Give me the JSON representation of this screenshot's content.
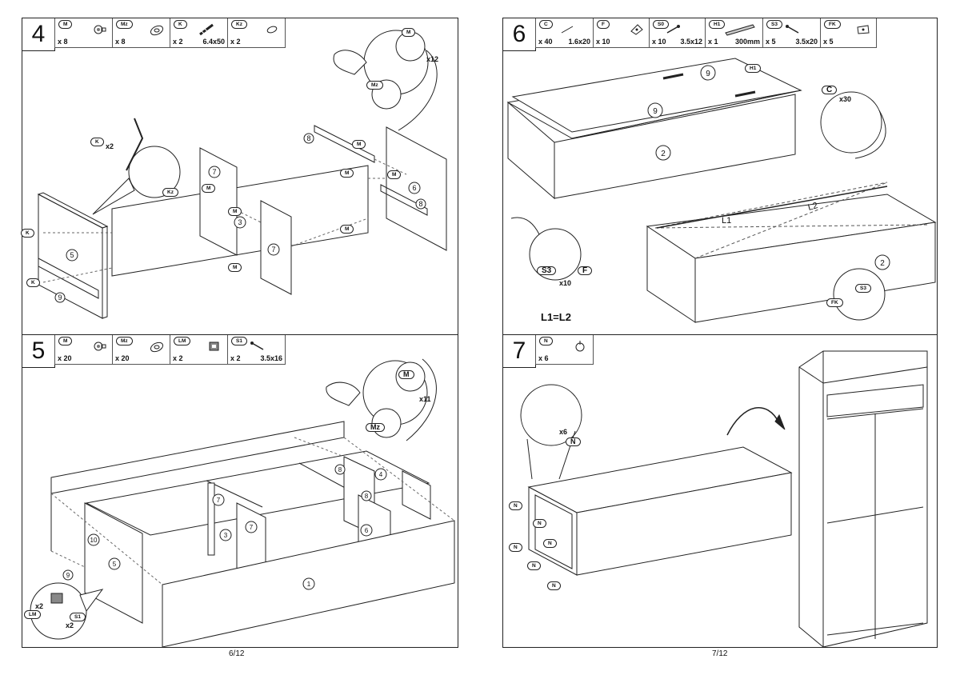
{
  "left_page_number": "6/12",
  "right_page_number": "7/12",
  "step4": {
    "number": "4",
    "parts": [
      {
        "code": "M",
        "qty": "x 8",
        "size": "",
        "icon": "cam-lock-icon"
      },
      {
        "code": "Mz",
        "qty": "x 8",
        "size": "",
        "icon": "cam-cover-icon"
      },
      {
        "code": "K",
        "qty": "x 2",
        "size": "6.4x50",
        "icon": "confirmat-screw-icon"
      },
      {
        "code": "Kz",
        "qty": "x 2",
        "size": "",
        "icon": "screw-cap-icon"
      }
    ],
    "callouts": {
      "k_count": "x2",
      "k_tag": "K",
      "kz_tag": "Kz",
      "m_tag": "M",
      "mz_tag": "Mz",
      "m_count": "x12"
    },
    "labels": [
      "K",
      "K",
      "M",
      "M",
      "M",
      "M",
      "M",
      "M",
      "M"
    ],
    "board_ids": [
      "5",
      "9",
      "7",
      "3",
      "7",
      "6",
      "8",
      "8"
    ]
  },
  "step5": {
    "number": "5",
    "parts": [
      {
        "code": "M",
        "qty": "x 20",
        "size": "",
        "icon": "cam-lock-icon"
      },
      {
        "code": "Mz",
        "qty": "x 20",
        "size": "",
        "icon": "cam-cover-icon"
      },
      {
        "code": "LM",
        "qty": "x 2",
        "size": "",
        "icon": "bracket-icon"
      },
      {
        "code": "S1",
        "qty": "x 2",
        "size": "3.5x16",
        "icon": "wood-screw-icon"
      }
    ],
    "callouts": {
      "m_tag": "M",
      "mz_tag": "Mz",
      "m_count": "x11",
      "lm_tag": "LM",
      "lm_count": "x2",
      "s1_tag": "S1",
      "s1_count": "x2"
    },
    "board_ids": [
      "10",
      "9",
      "5",
      "3",
      "7",
      "7",
      "8",
      "8",
      "4",
      "6",
      "1"
    ]
  },
  "step6": {
    "number": "6",
    "parts": [
      {
        "code": "C",
        "qty": "x 40",
        "size": "1.6x20",
        "icon": "nail-icon"
      },
      {
        "code": "F",
        "qty": "x 10",
        "size": "",
        "icon": "bracket-plate-icon"
      },
      {
        "code": "S0",
        "qty": "x 10",
        "size": "3.5x12",
        "icon": "wood-screw-icon"
      },
      {
        "code": "H1",
        "qty": "x 1",
        "size": "300mm",
        "icon": "rail-icon"
      },
      {
        "code": "S3",
        "qty": "x 5",
        "size": "3.5x20",
        "icon": "wood-screw-icon"
      },
      {
        "code": "FK",
        "qty": "x 5",
        "size": "",
        "icon": "corner-plate-icon"
      }
    ],
    "callouts": {
      "c_tag": "C",
      "c_count": "x30",
      "s3_tag": "S3",
      "f_tag": "F",
      "s3_count": "x10",
      "h1_tag": "H1",
      "fk_tag": "FK",
      "s3b_tag": "S3"
    },
    "board_ids": [
      "9",
      "9",
      "2",
      "2"
    ],
    "dimension_labels": {
      "l1": "L1",
      "l2": "L2"
    },
    "note": "L1=L2"
  },
  "step7": {
    "number": "7",
    "parts": [
      {
        "code": "N",
        "qty": "x 6",
        "size": "",
        "icon": "glide-icon"
      }
    ],
    "callouts": {
      "n_count": "x6",
      "n_tag": "N"
    },
    "glide_tags": [
      "N",
      "N",
      "N",
      "N",
      "N",
      "N"
    ]
  }
}
